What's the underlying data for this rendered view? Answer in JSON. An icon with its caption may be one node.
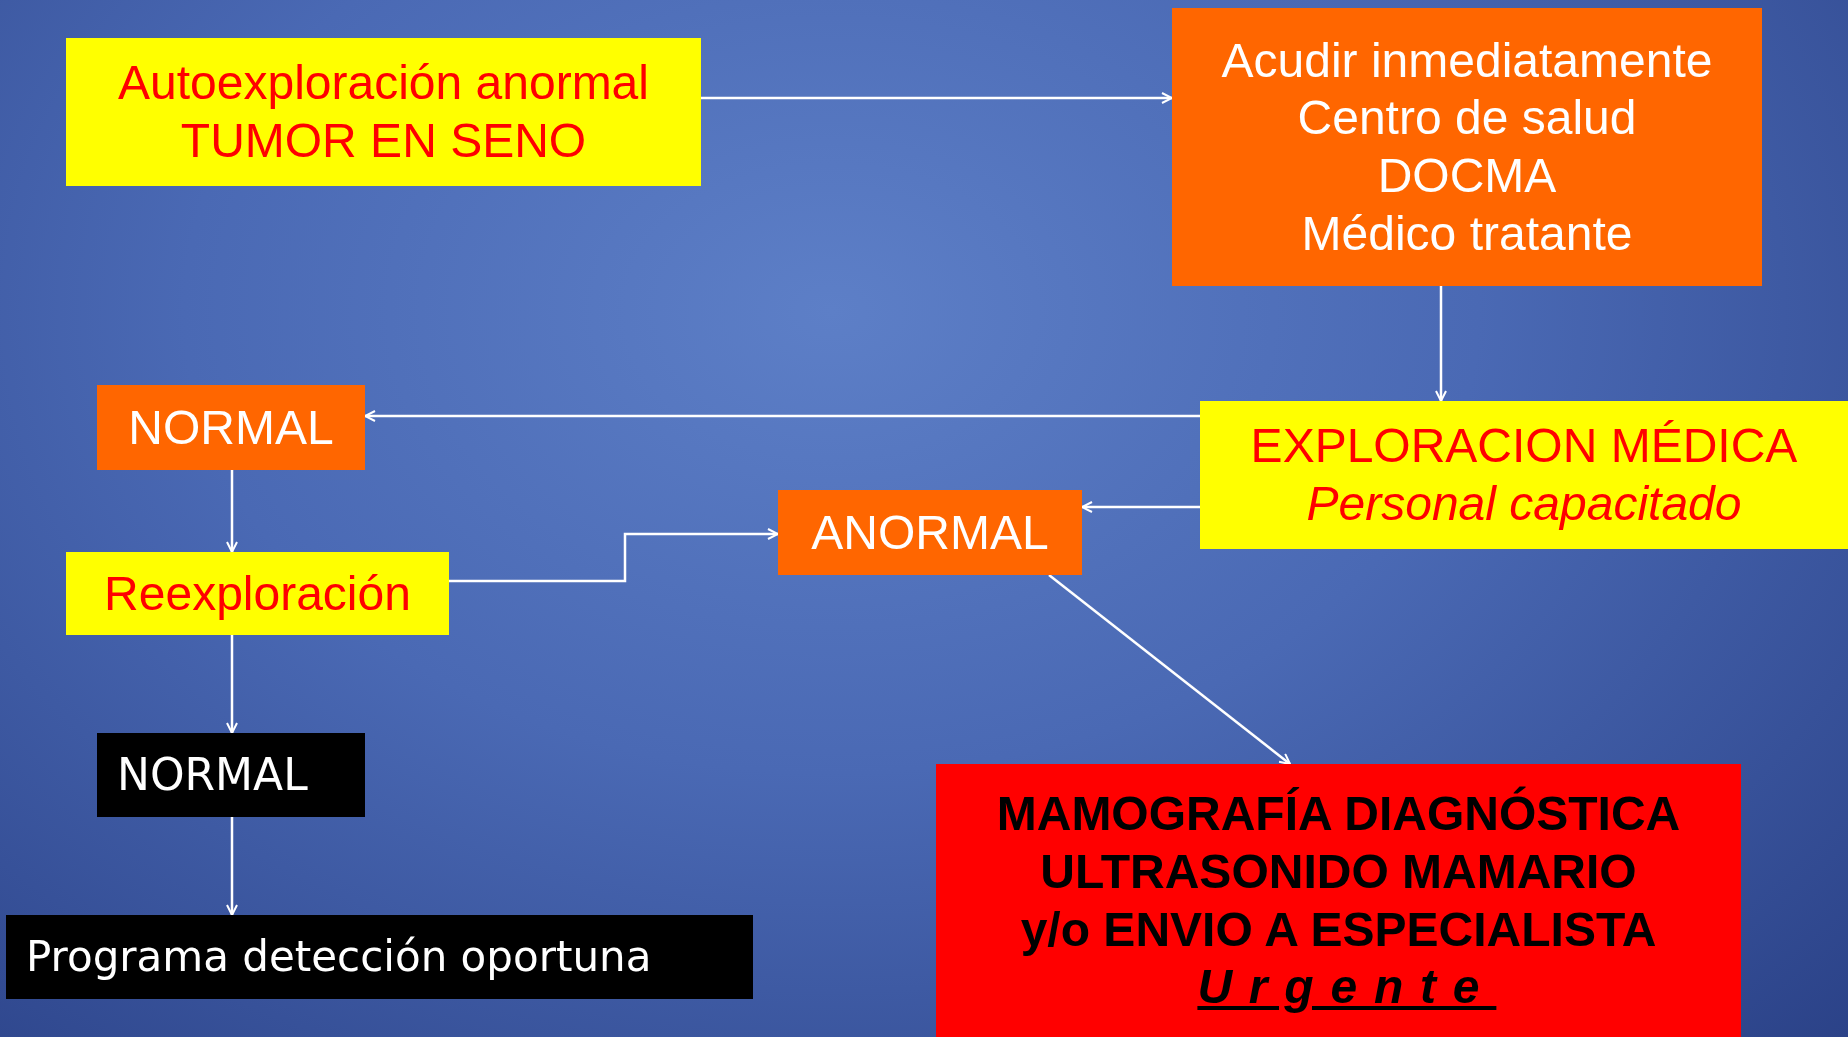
{
  "diagram": {
    "nodes": [
      {
        "text": [
          "Autoexploración anormal",
          "TUMOR EN SENO"
        ]
      },
      {
        "text": [
          "Acudir inmediatamente",
          "Centro de salud",
          "DOCMA",
          "Médico tratante"
        ]
      },
      {
        "text": [
          "EXPLORACION MÉDICA",
          "Personal capacitado"
        ]
      },
      {
        "text": [
          "NORMAL"
        ]
      },
      {
        "text": [
          "ANORMAL"
        ]
      },
      {
        "text": [
          "Reexploración"
        ]
      },
      {
        "text": [
          "NORMAL"
        ]
      },
      {
        "text": [
          "Programa detección oportuna"
        ]
      },
      {
        "text": [
          "MAMOGRAFÍA DIAGNÓSTICA",
          "ULTRASONIDO MAMARIO",
          "y/o ENVIO A ESPECIALISTA",
          "Urgente"
        ]
      }
    ],
    "edges": [
      {
        "from": 0,
        "to": 1,
        "arrow": "to"
      },
      {
        "from": 1,
        "to": 2,
        "arrow": "to"
      },
      {
        "from": 2,
        "to": 3,
        "arrow": "to"
      },
      {
        "from": 2,
        "to": 4,
        "arrow": "to"
      },
      {
        "from": 3,
        "to": 5,
        "arrow": "to"
      },
      {
        "from": 4,
        "to": 8,
        "arrow": "to"
      },
      {
        "from": 5,
        "to": 4,
        "arrow": "to"
      },
      {
        "from": 5,
        "to": 6,
        "arrow": "to"
      },
      {
        "from": 6,
        "to": 7,
        "arrow": "to"
      }
    ]
  }
}
